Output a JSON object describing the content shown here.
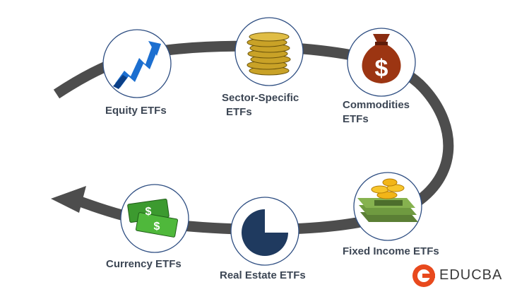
{
  "nodes": [
    {
      "label": "Equity ETFs",
      "icon": "trend-arrow-icon"
    },
    {
      "label": "Sector-Specific",
      "label2": "ETFs",
      "icon": "coin-stack-icon"
    },
    {
      "label": "Commodities",
      "label2": "ETFs",
      "icon": "money-bag-icon"
    },
    {
      "label": "Fixed Income ETFs",
      "icon": "cash-and-coins-icon"
    },
    {
      "label": "Real Estate ETFs",
      "icon": "pie-chart-icon"
    },
    {
      "label": "Currency ETFs",
      "icon": "banknotes-icon"
    }
  ],
  "brand": {
    "name": "EDUCBA"
  },
  "colors": {
    "arrow": "#4d4d4d",
    "circle_border": "#2e4e82",
    "label": "#3c4654",
    "brand": "#e8491d"
  }
}
